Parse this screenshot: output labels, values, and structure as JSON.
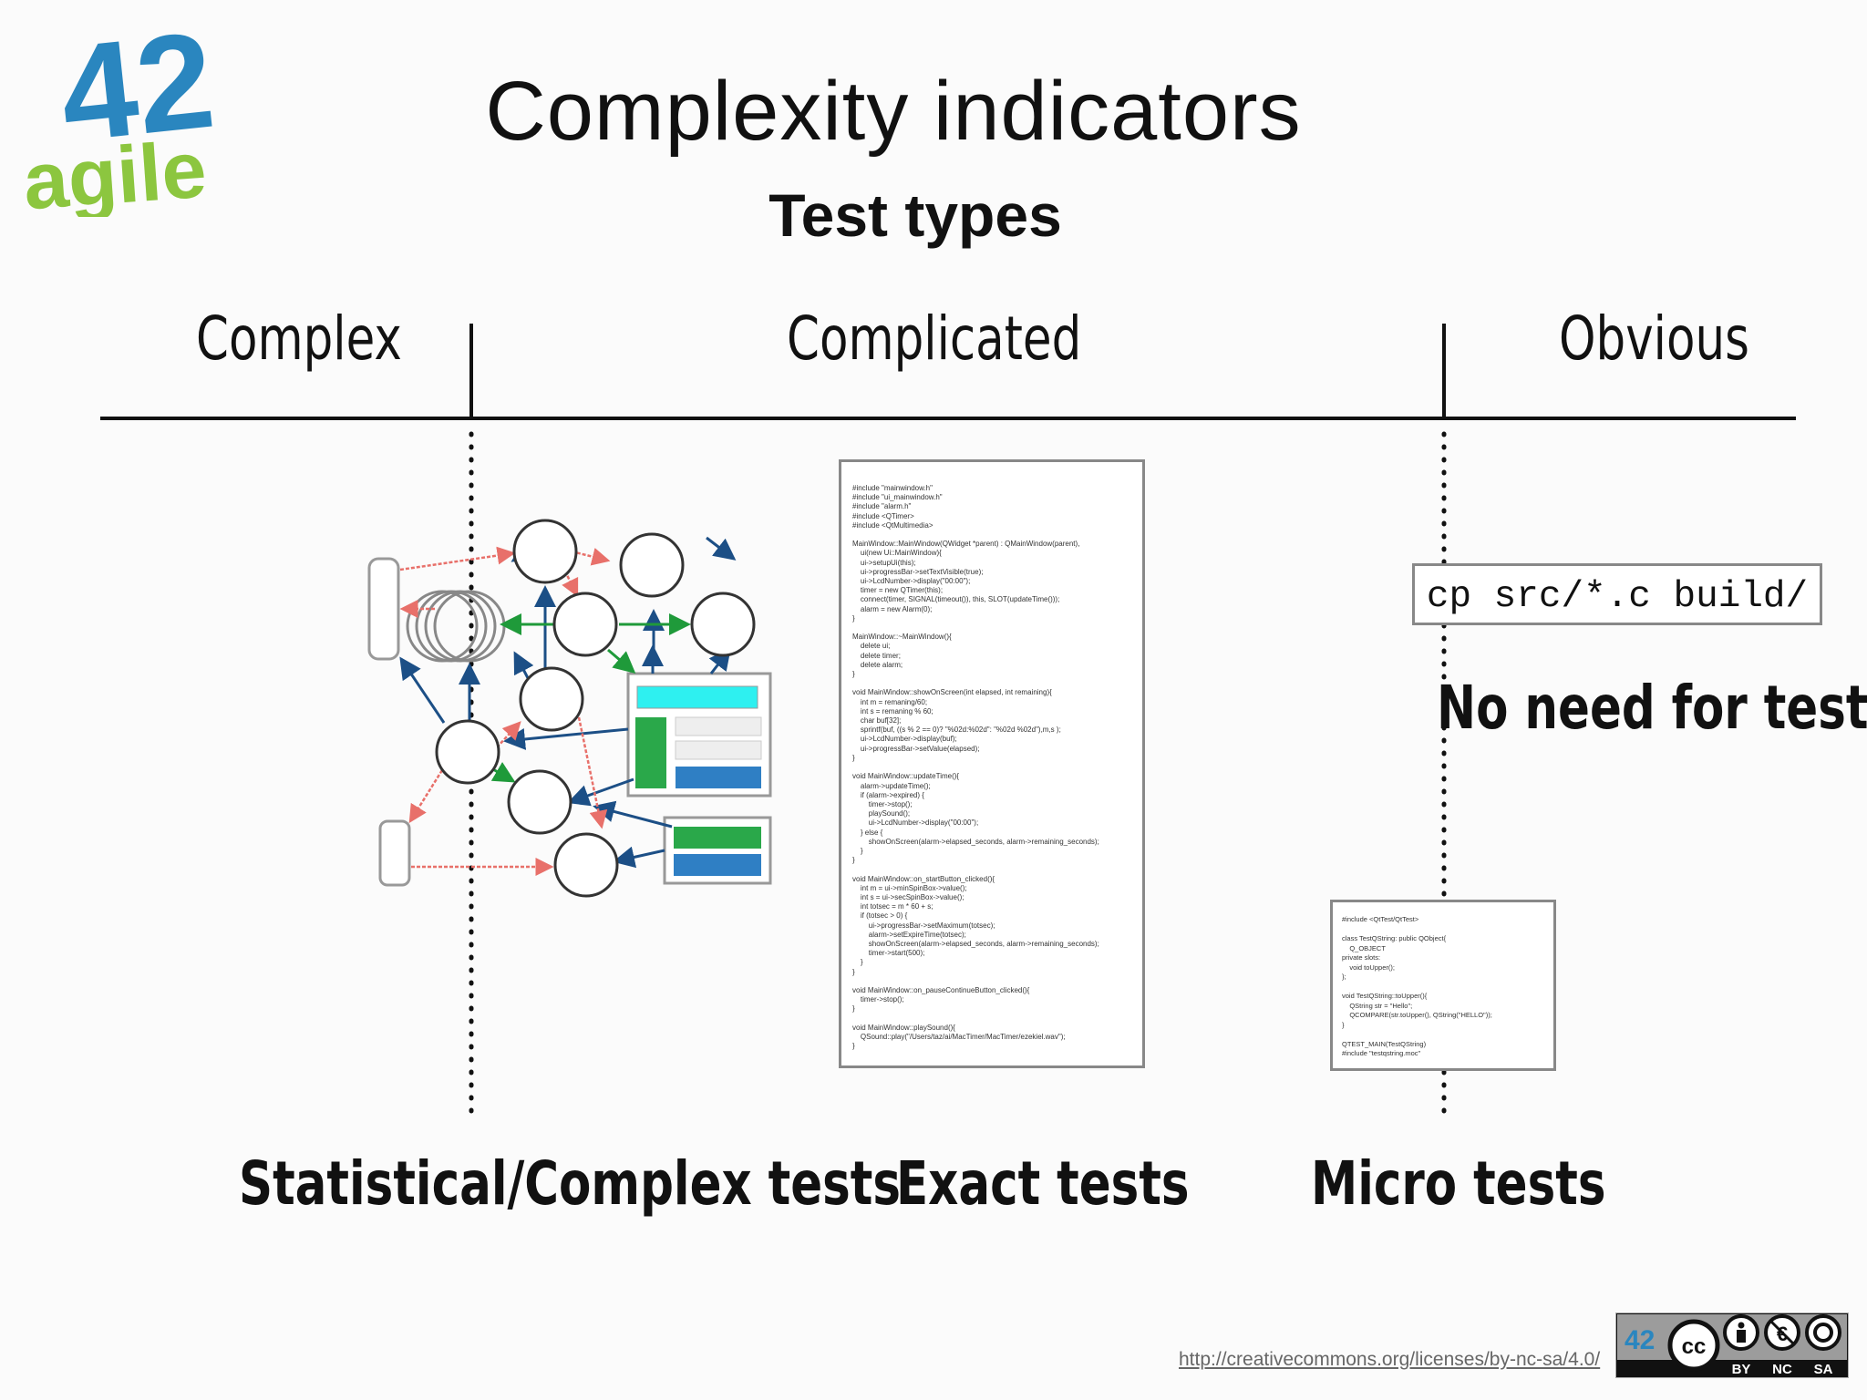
{
  "slide": {
    "title": "Complexity indicators",
    "subtitle": "Test types"
  },
  "logo": {
    "number": "42",
    "word": "agile"
  },
  "domains": {
    "complex": "Complex",
    "complicated": "Complicated",
    "obvious": "Obvious"
  },
  "labels": {
    "complex_tests": "Statistical/Complex tests",
    "exact_tests": "Exact tests",
    "micro_tests": "Micro tests",
    "no_need": "No need for tests"
  },
  "command": "cp src/*.c build/",
  "code_large": "#include \"mainwindow.h\"\n#include \"ui_mainwindow.h\"\n#include \"alarm.h\"\n#include <QTimer>\n#include <QtMultimedia>\n\nMainWindow::MainWindow(QWidget *parent) : QMainWindow(parent),\n    ui(new Ui::MainWindow){\n    ui->setupUi(this);\n    ui->progressBar->setTextVisible(true);\n    ui->LcdNumber->display(\"00:00\");\n    timer = new QTimer(this);\n    connect(timer, SIGNAL(timeout()), this, SLOT(updateTime()));\n    alarm = new Alarm(0);\n}\n\nMainWindow::~MainWindow(){\n    delete ui;\n    delete timer;\n    delete alarm;\n}\n\nvoid MainWindow::showOnScreen(int elapsed, int remaining){\n    int m = remaning/60;\n    int s = remaning % 60;\n    char buf[32];\n    sprintf(buf, ((s % 2 == 0)? \"%02d:%02d\": \"%02d %02d\"),m,s );\n    ui->LcdNumber->display(buf);\n    ui->progressBar->setValue(elapsed);\n}\n\nvoid MainWindow::updateTime(){\n    alarm->updateTime();\n    if (alarm->expired) {\n        timer->stop();\n        playSound();\n        ui->LcdNumber->display(\"00:00\");\n    } else {\n        showOnScreen(alarm->elapsed_seconds, alarm->remaining_seconds);\n    }\n}\n\nvoid MainWindow::on_startButton_clicked(){\n    int m = ui->minSpinBox->value();\n    int s = ui->secSpinBox->value();\n    int totsec = m * 60 + s;\n    if (totsec > 0) {\n        ui->progressBar->setMaximum(totsec);\n        alarm->setExpireTime(totsec);\n        showOnScreen(alarm->elapsed_seconds, alarm->remaining_seconds);\n        timer->start(500);\n    }\n}\n\nvoid MainWindow::on_pauseContinueButton_clicked(){\n    timer->stop();\n}\n\nvoid MainWindow::playSound(){\n    QSound::play(\"/Users/taz/ai/MacTimer/MacTimer/ezekiel.wav\");\n}",
  "code_small": "#include <QtTest/QtTest>\n\nclass TestQString: public QObject{\n    Q_OBJECT\nprivate slots:\n    void toUpper();\n};\n\nvoid TestQString::toUpper(){\n    QString str = \"Hello\";\n    QCOMPARE(str.toUpper(), QString(\"HELLO\"));\n}\n\nQTEST_MAIN(TestQString)\n#include \"testqstring.moc\"",
  "license": {
    "url": "http://creativecommons.org/licenses/by-nc-sa/4.0/",
    "badge_cc": "cc",
    "badge_by": "BY",
    "badge_nc": "NC",
    "badge_sa": "SA",
    "badge_logo": "42"
  },
  "colors": {
    "logo_blue": "#2a86bf",
    "logo_green": "#8cc63f",
    "arrow_blue": "#1c4f86",
    "arrow_green": "#1f9a3a",
    "arrow_red": "#e8706a",
    "cyan": "#2ef0f0",
    "box_green": "#2aa84a",
    "box_blue": "#2f7fc4"
  }
}
